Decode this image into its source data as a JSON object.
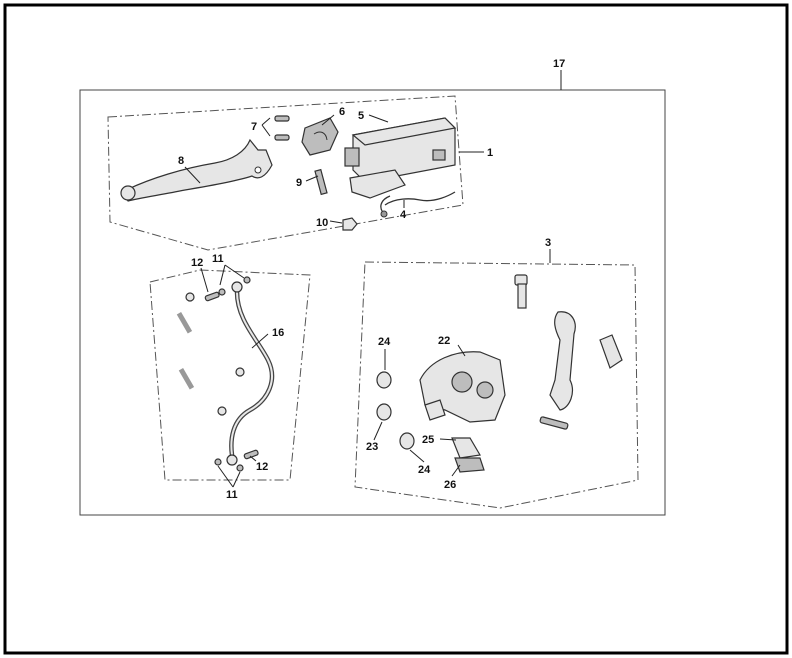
{
  "diagram": {
    "assembly_label": "17",
    "callouts": {
      "c1": "1",
      "c3": "3",
      "c4": "4",
      "c5": "5",
      "c6": "6",
      "c7": "7",
      "c8": "8",
      "c9": "9",
      "c10": "10",
      "c11a": "11",
      "c11b": "11",
      "c12a": "12",
      "c12b": "12",
      "c16": "16",
      "c22": "22",
      "c23": "23",
      "c24a": "24",
      "c24b": "24",
      "c25": "25",
      "c26": "26"
    }
  },
  "colors": {
    "border": "#000000",
    "line": "#333333",
    "part_fill": "#e6e6e6"
  }
}
